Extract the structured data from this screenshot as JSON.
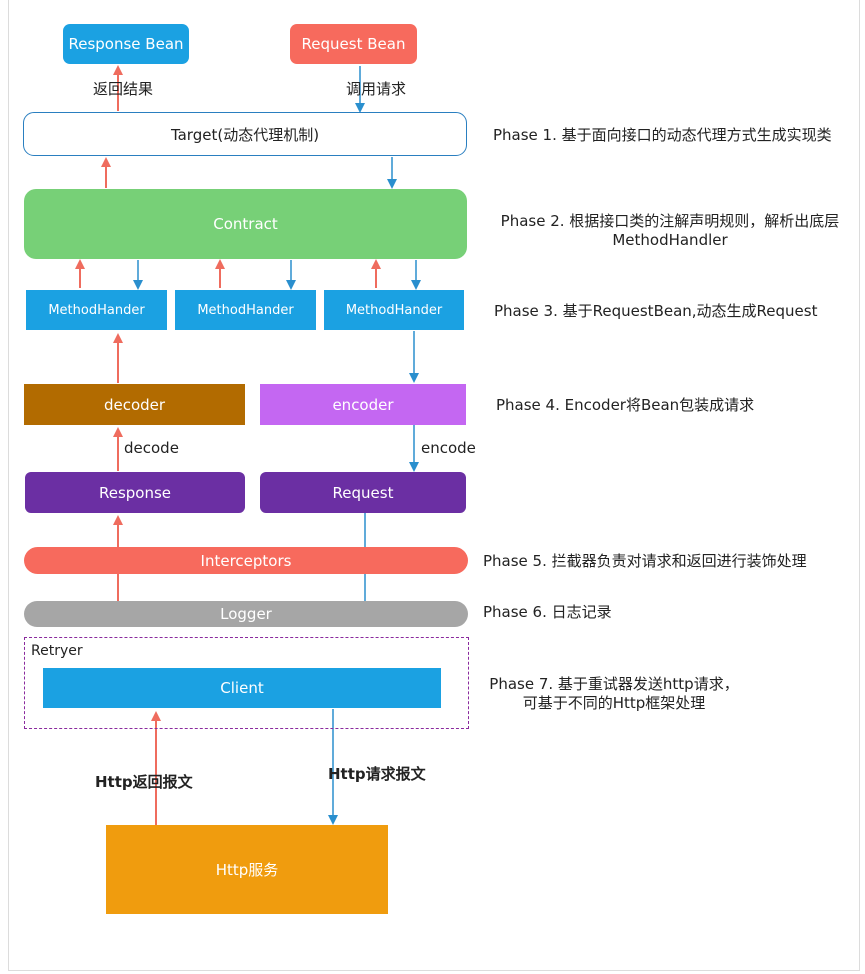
{
  "nodes": {
    "response_bean": "Response Bean",
    "request_bean": "Request Bean",
    "target": "Target(动态代理机制)",
    "contract": "Contract",
    "method_handler_1": "MethodHander",
    "method_handler_2": "MethodHander",
    "method_handler_3": "MethodHander",
    "decoder": "decoder",
    "encoder": "encoder",
    "response": "Response",
    "request": "Request",
    "interceptors": "Interceptors",
    "logger": "Logger",
    "retryer": "Retryer",
    "client": "Client",
    "http_service": "Http服务"
  },
  "edge_labels": {
    "return_result": "返回结果",
    "call_request": "调用请求",
    "decode": "decode",
    "encode": "encode",
    "http_response": "Http返回报文",
    "http_request": "Http请求报文"
  },
  "phases": {
    "p1": "Phase 1. 基于面向接口的动态代理方式生成实现类",
    "p2_line1": "Phase 2. 根据接口类的注解声明规则，解析出底层",
    "p2_line2": "MethodHandler",
    "p3": "Phase 3. 基于RequestBean,动态生成Request",
    "p4": "Phase 4. Encoder将Bean包装成请求",
    "p5": "Phase 5. 拦截器负责对请求和返回进行装饰处理",
    "p6": "Phase 6. 日志记录",
    "p7_line1": "Phase 7. 基于重试器发送http请求，",
    "p7_line2": "可基于不同的Http框架处理"
  },
  "colors": {
    "response_bean": "#1ba1e2",
    "request_bean": "#f76a5d",
    "contract": "#77d077",
    "method_handler": "#1ba1e2",
    "decoder": "#b26b00",
    "encoder": "#c467f2",
    "response_request": "#6b2fa3",
    "interceptors": "#f76a5d",
    "logger": "#a6a6a6",
    "client": "#1ba1e2",
    "http_service": "#f09c0e",
    "up_arrow": "#ef6c5e",
    "down_arrow": "#2a8fce"
  }
}
